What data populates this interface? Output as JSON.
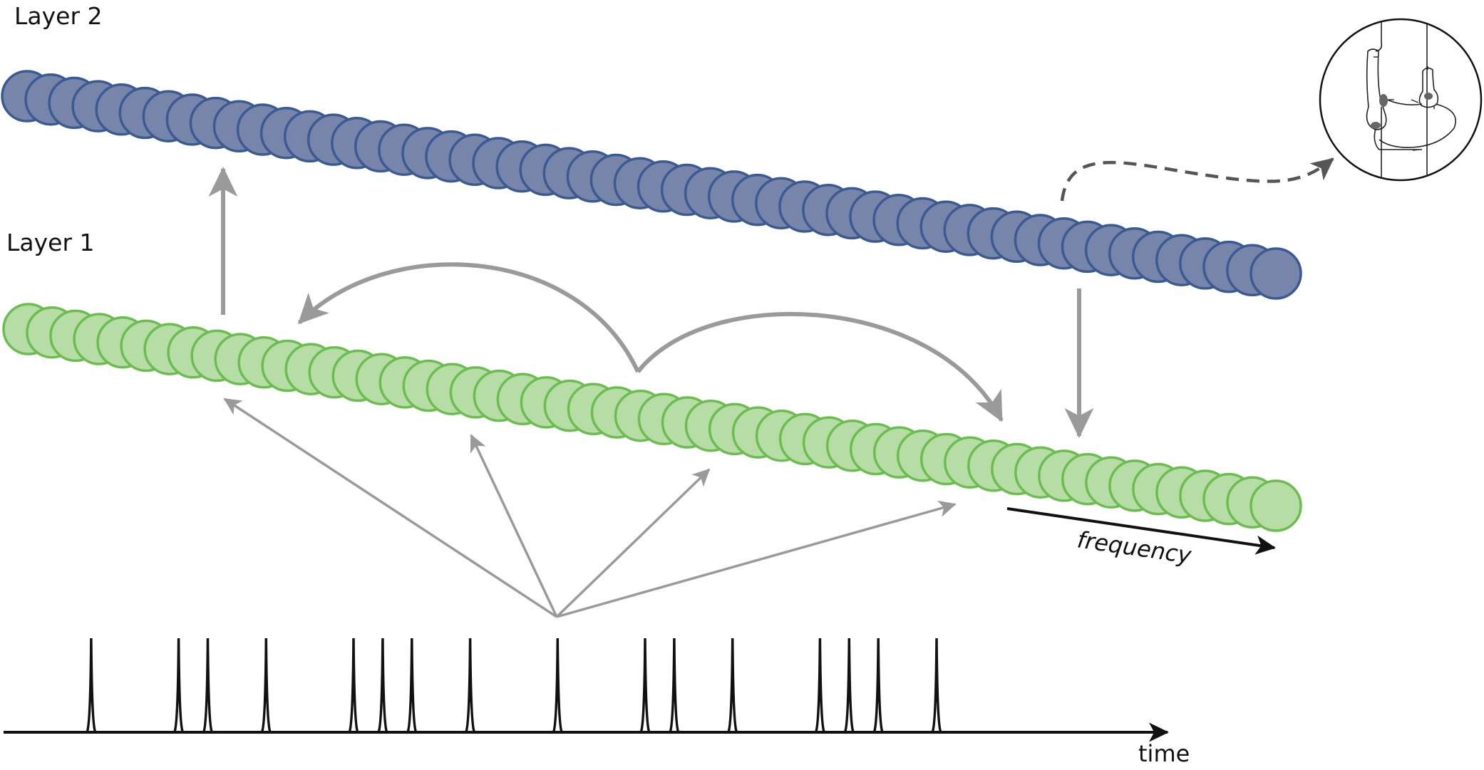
{
  "labels": {
    "layer2": "Layer 2",
    "layer1": "Layer 1",
    "frequency": "frequency",
    "time": "time"
  },
  "layers": {
    "layer2": {
      "units": 54,
      "fill": "#7885ab",
      "stroke": "#3b5a92"
    },
    "layer1": {
      "units": 54,
      "fill": "#b6dda6",
      "stroke": "#6cbd50"
    }
  },
  "connection_color": "#9a9a9a",
  "spike_train": {
    "spike_times": [
      1,
      4,
      5,
      7,
      10,
      11,
      12,
      14,
      17,
      20,
      21,
      23,
      26,
      27,
      28,
      30
    ],
    "color": "#111111"
  },
  "inset": {
    "name": "neural circuit inset",
    "dashed_arrow_color": "#555555"
  }
}
